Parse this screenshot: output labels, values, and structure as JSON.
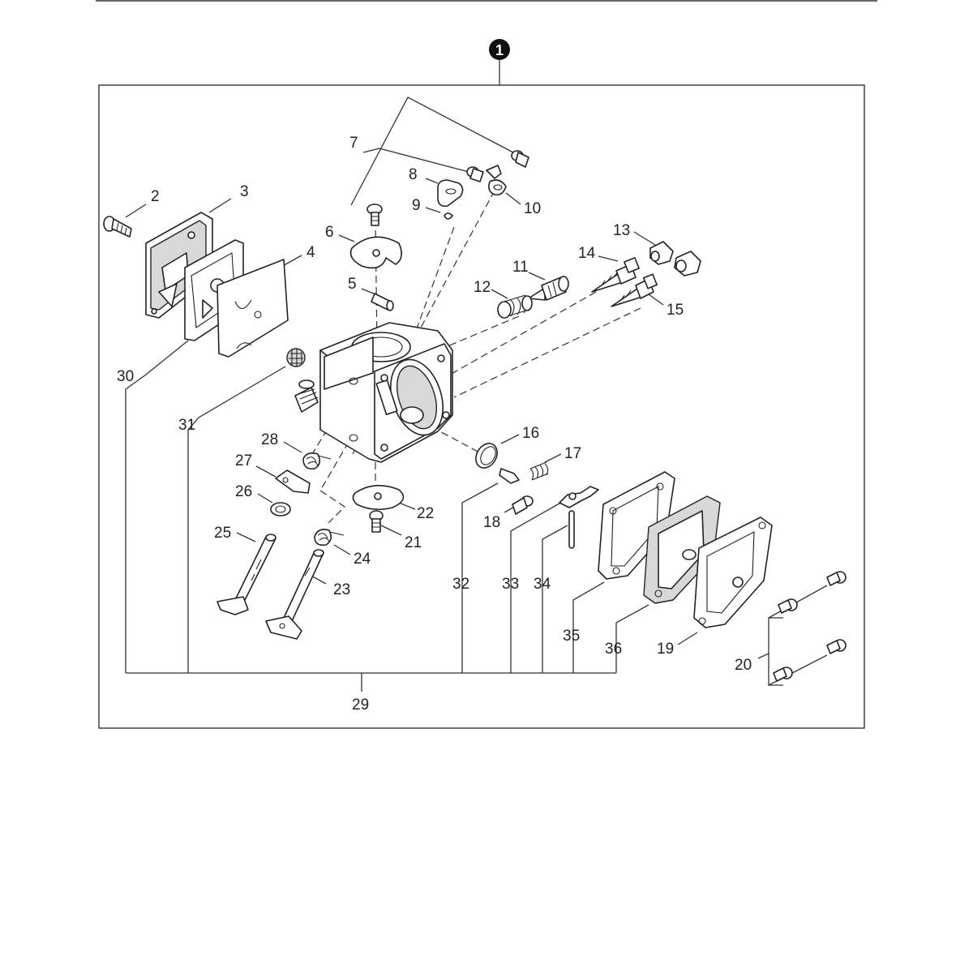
{
  "assembly": {
    "number": "1"
  },
  "parts": [
    {
      "id": "p2",
      "num": "2"
    },
    {
      "id": "p3",
      "num": "3"
    },
    {
      "id": "p4",
      "num": "4"
    },
    {
      "id": "p5",
      "num": "5"
    },
    {
      "id": "p6",
      "num": "6"
    },
    {
      "id": "p7",
      "num": "7"
    },
    {
      "id": "p8",
      "num": "8"
    },
    {
      "id": "p9",
      "num": "9"
    },
    {
      "id": "p10",
      "num": "10"
    },
    {
      "id": "p11",
      "num": "11"
    },
    {
      "id": "p12",
      "num": "12"
    },
    {
      "id": "p13",
      "num": "13"
    },
    {
      "id": "p14",
      "num": "14"
    },
    {
      "id": "p15",
      "num": "15"
    },
    {
      "id": "p16",
      "num": "16"
    },
    {
      "id": "p17",
      "num": "17"
    },
    {
      "id": "p18",
      "num": "18"
    },
    {
      "id": "p19",
      "num": "19"
    },
    {
      "id": "p20",
      "num": "20"
    },
    {
      "id": "p21",
      "num": "21"
    },
    {
      "id": "p22",
      "num": "22"
    },
    {
      "id": "p23",
      "num": "23"
    },
    {
      "id": "p24",
      "num": "24"
    },
    {
      "id": "p25",
      "num": "25"
    },
    {
      "id": "p26",
      "num": "26"
    },
    {
      "id": "p27",
      "num": "27"
    },
    {
      "id": "p28",
      "num": "28"
    },
    {
      "id": "p29",
      "num": "29"
    },
    {
      "id": "p30",
      "num": "30"
    },
    {
      "id": "p31",
      "num": "31"
    },
    {
      "id": "p32",
      "num": "32"
    },
    {
      "id": "p33",
      "num": "33"
    },
    {
      "id": "p34",
      "num": "34"
    },
    {
      "id": "p35",
      "num": "35"
    },
    {
      "id": "p36",
      "num": "36"
    }
  ]
}
